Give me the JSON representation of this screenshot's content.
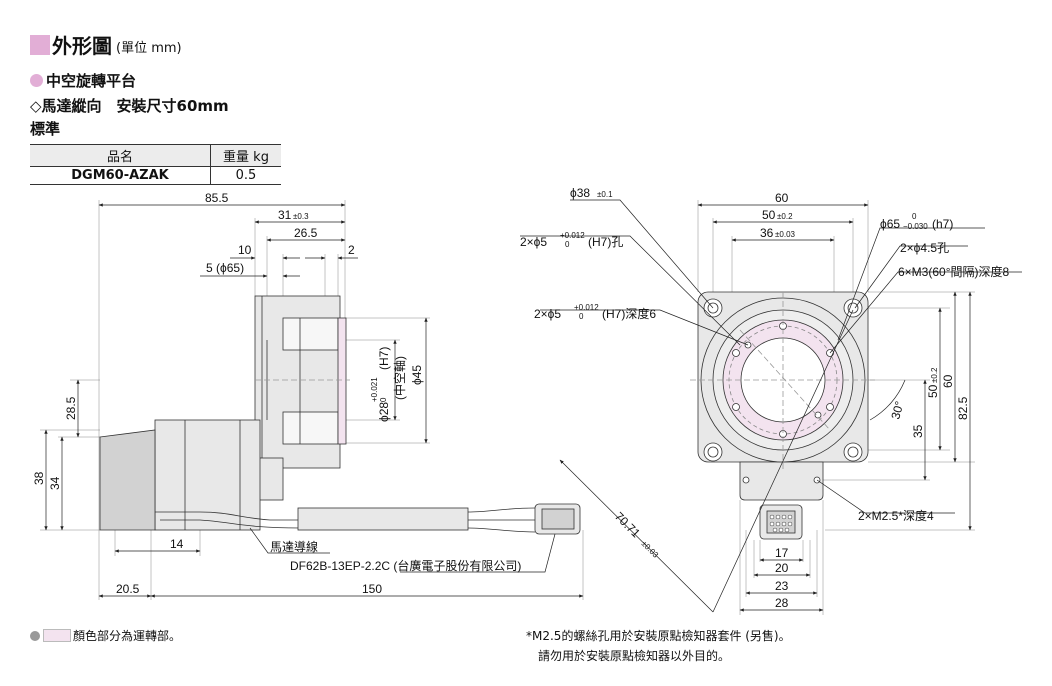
{
  "header": {
    "title": "外形圖",
    "unit": "(單位 mm)",
    "subtitle": "中空旋轉平台",
    "mount": "◇馬達縱向　安裝尺寸60mm",
    "standard": "標準"
  },
  "spec_table": {
    "headers": [
      "品名",
      "重量 kg"
    ],
    "rows": [
      [
        "DGM60-AZAK",
        "0.5"
      ]
    ]
  },
  "side_view": {
    "dims": {
      "overall": "85.5",
      "d31": "31",
      "d31_tol": "±0.3",
      "d26": "26.5",
      "d10": "10",
      "d2": "2",
      "d5": "5 (ϕ65)",
      "bore": "ϕ28",
      "bore_tol_up": "+0.021",
      "bore_tol_dn": "0",
      "bore_fit": "(H7)",
      "hollow": "(中空軸)",
      "d45": "ϕ45",
      "d285": "28.5",
      "d38": "38",
      "d34": "34",
      "d14": "14",
      "d205": "20.5",
      "d150": "150"
    },
    "callouts": {
      "cable": "馬達導線",
      "connector": "DF62B-13EP-2.2C (台廣電子股份有限公司)"
    }
  },
  "front_view": {
    "dims": {
      "d60_top": "60",
      "d50": "50",
      "d50_tol": "±0.2",
      "d36": "36",
      "d36_tol": "±0.03",
      "d60_right": "60",
      "d50_right": "50",
      "d50_right_tol": "±0.2",
      "d825": "82.5",
      "d35": "35",
      "angle": "30°",
      "d7071": "70.71",
      "d7071_tol": "±0.03",
      "d17": "17",
      "d20": "20",
      "d23": "23",
      "d28": "28"
    },
    "callouts": {
      "phi38": "ϕ38",
      "phi38_tol": "±0.1",
      "pin_hole": "2×ϕ5",
      "pin_tol_up": "+0.012",
      "pin_tol_dn": "0",
      "pin_fit": "(H7)孔",
      "pin_deep": "(H7)深度6",
      "phi65": "ϕ65",
      "phi65_tol_up": "0",
      "phi65_tol_dn": "−0.030",
      "phi65_fit": "(h7)",
      "phi45_holes": "2×ϕ4.5孔",
      "m3": "6×M3(60°間隔)深度8",
      "m25": "2×M2.5*深度4"
    }
  },
  "legend": {
    "text": "顏色部分為運轉部。"
  },
  "notes": {
    "line1": "*M2.5的螺絲孔用於安裝原點檢知器套件 (另售)。",
    "line2": "請勿用於安裝原點檢知器以外目的。"
  },
  "colors": {
    "accent": "#e2aed6",
    "rotating": "#f3e3ef",
    "body_gray": "#e8e8e8",
    "dark_gray": "#d2d2d2"
  }
}
